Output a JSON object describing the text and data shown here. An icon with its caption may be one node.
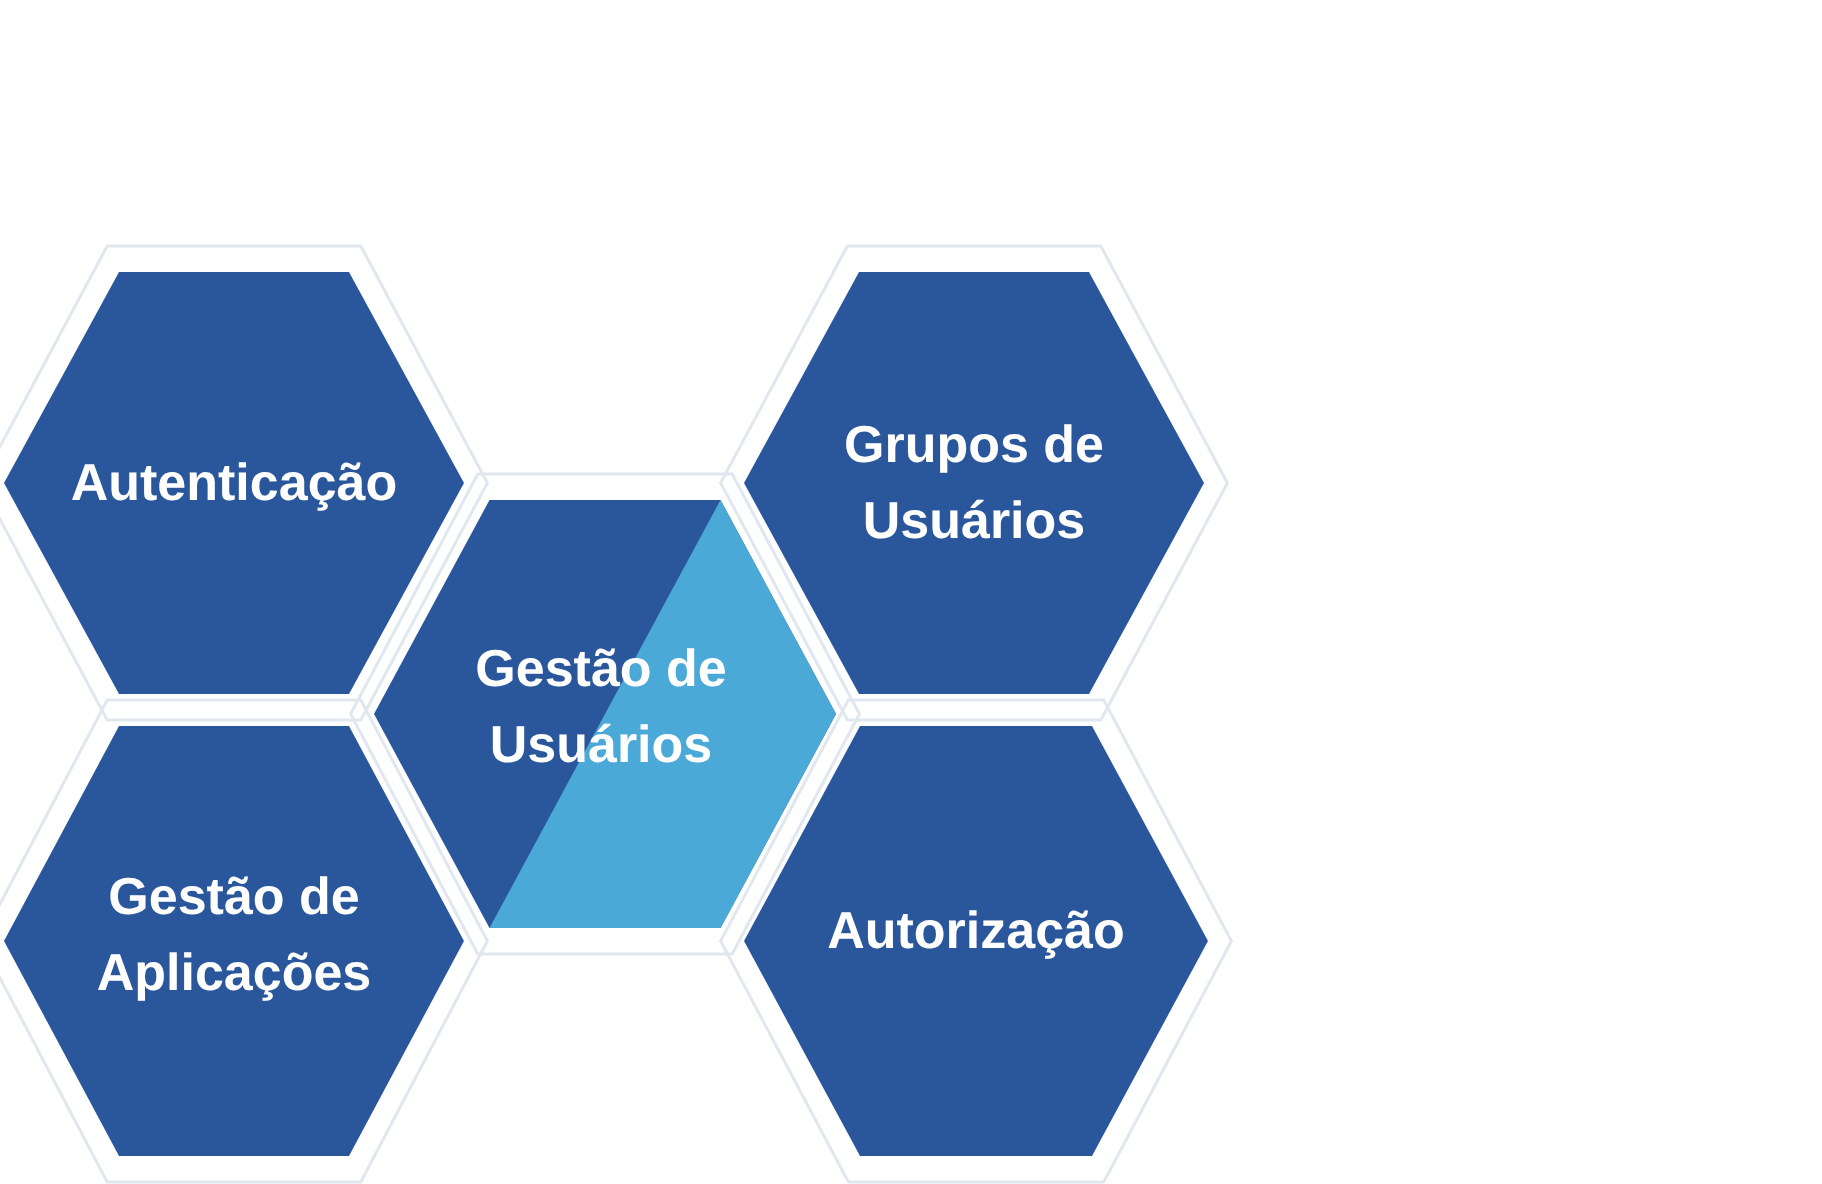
{
  "diagram": {
    "nodes": [
      {
        "text": [
          "Autenticação"
        ]
      },
      {
        "text": [
          "Grupos de Usuários"
        ]
      },
      {
        "text": [
          "Gestão de Usuários"
        ]
      },
      {
        "text": [
          "Gestão de Aplicações"
        ]
      },
      {
        "text": [
          "Autorização"
        ]
      }
    ]
  }
}
